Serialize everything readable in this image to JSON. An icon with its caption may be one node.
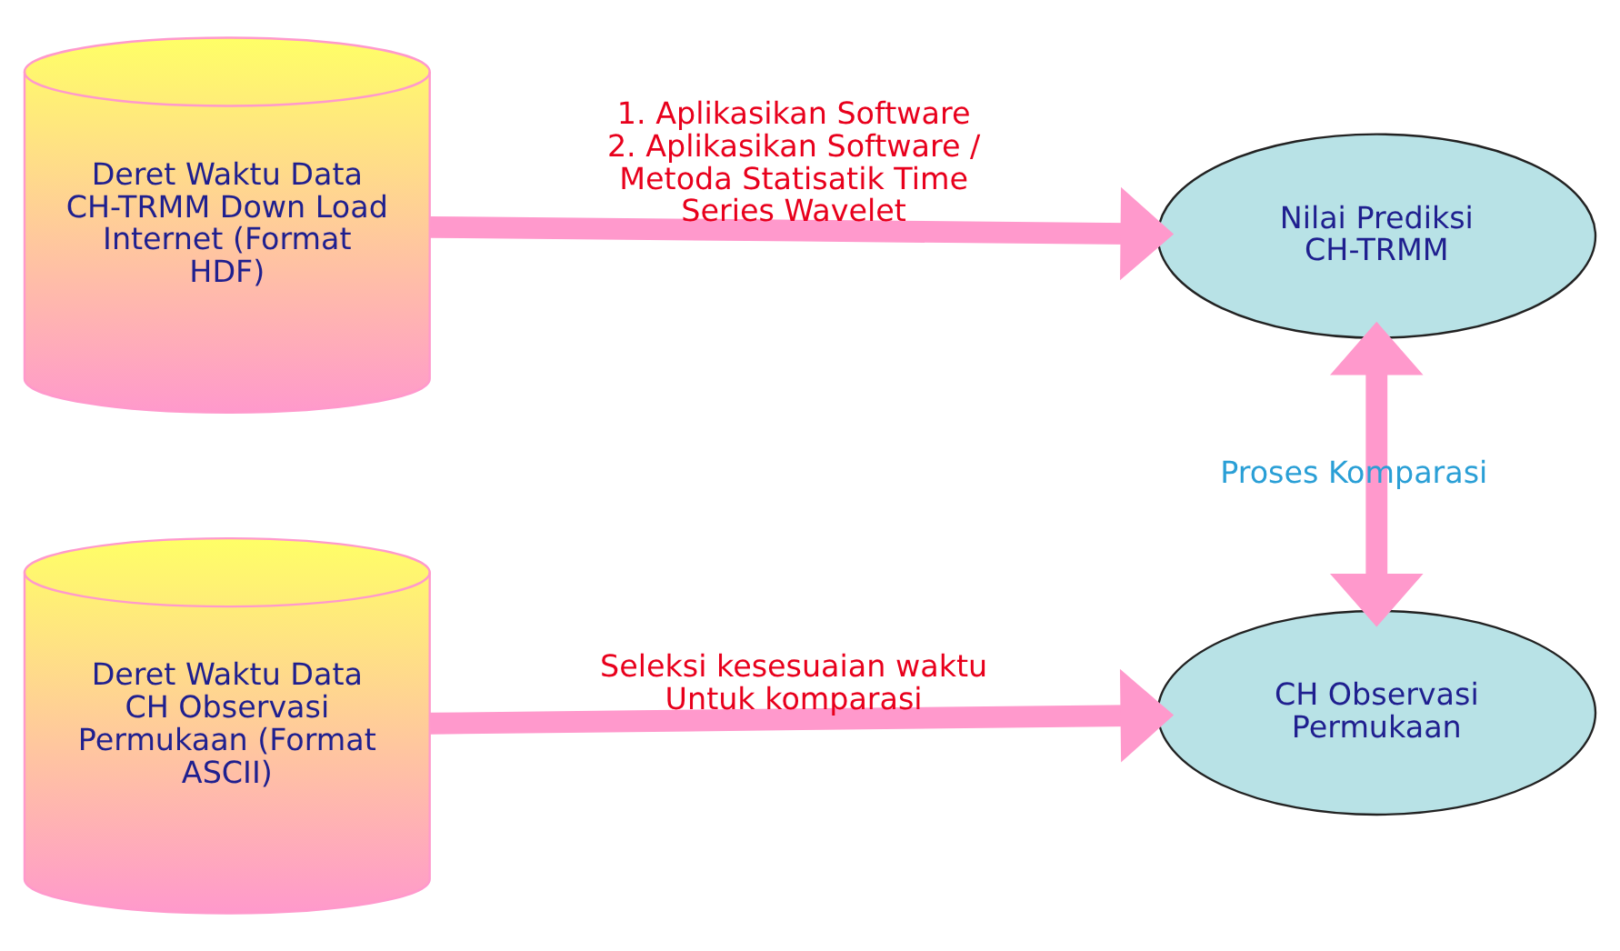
{
  "diagram": {
    "nodes": [
      {
        "text": [
          "Deret Waktu Data CH-TRMM Down Load Internet (Format HDF)"
        ]
      },
      {
        "text": [
          "Nilai Prediksi CH-TRMM"
        ]
      },
      {
        "text": [
          "Deret Waktu Data CH Observasi Permukaan (Format ASCII)"
        ]
      },
      {
        "text": [
          "CH Observasi Permukaan"
        ]
      }
    ],
    "edges": [
      {
        "from": 0,
        "to": 1,
        "arrow": "to",
        "label": "1. Aplikasikan Software 2. Aplikasikan Software / Metoda Statisatik Time Series Wavelet"
      },
      {
        "from": 2,
        "to": 3,
        "arrow": "to",
        "label": "Seleksi kesesuaian waktu Untuk komparasi"
      },
      {
        "from": 1,
        "to": 3,
        "arrow": "both",
        "label": "Proses Komparasi"
      }
    ]
  }
}
